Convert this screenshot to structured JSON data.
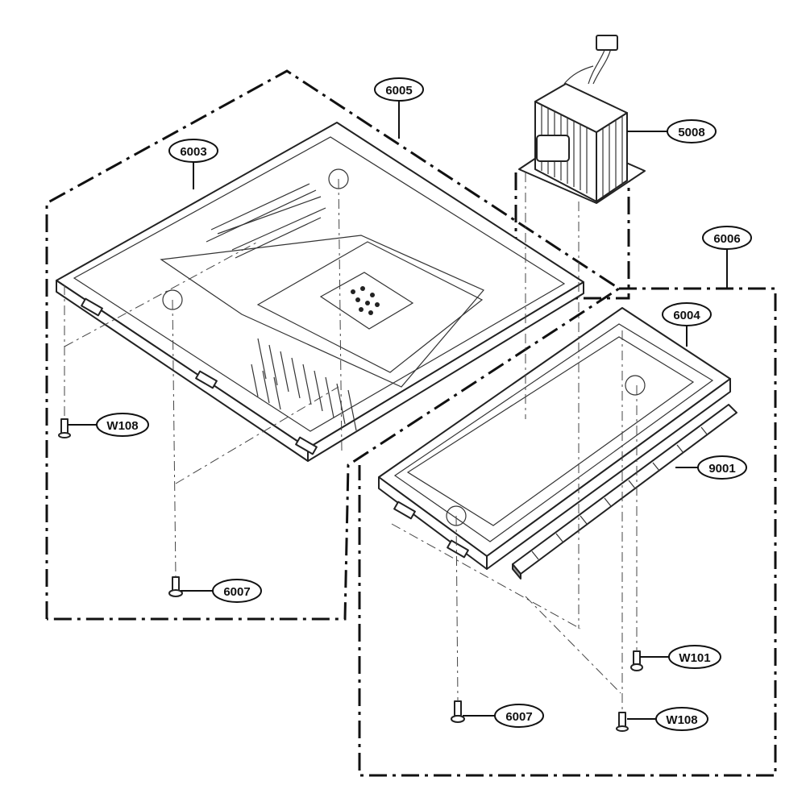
{
  "diagram": {
    "labels": {
      "p6005": "6005",
      "p6003": "6003",
      "p5008": "5008",
      "p6006": "6006",
      "p6004": "6004",
      "p9001": "9001",
      "w108_left": "W108",
      "p6007_left": "6007",
      "w101": "W101",
      "p6007_right": "6007",
      "w108_right": "W108"
    }
  }
}
